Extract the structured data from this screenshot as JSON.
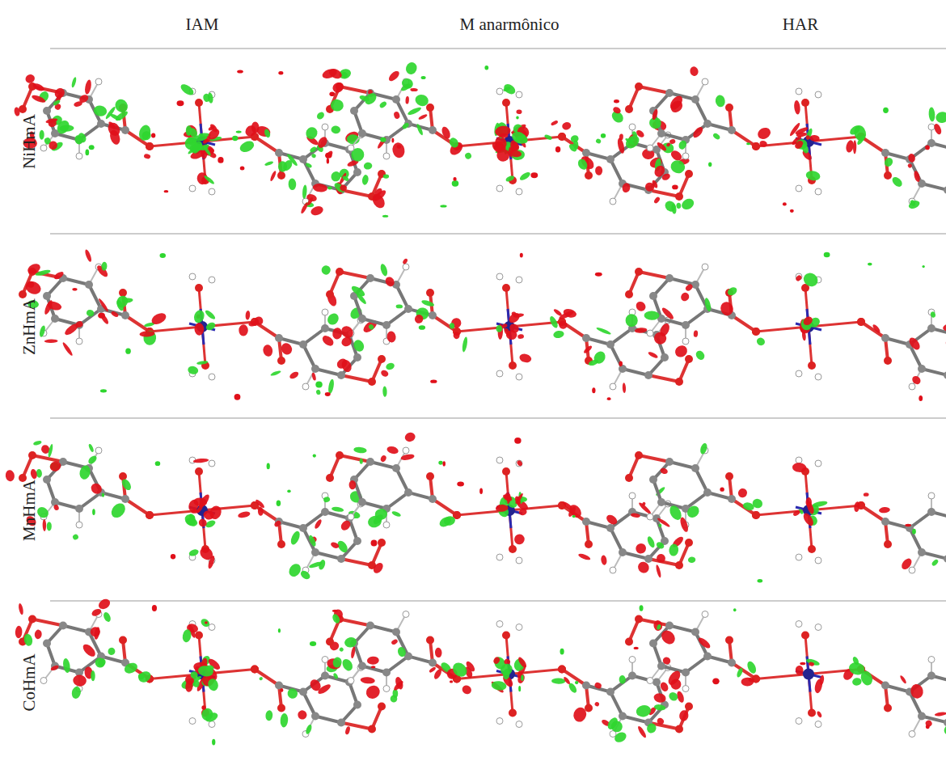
{
  "diagram": {
    "labels": [
      "IAM",
      "M anarmônico",
      "HAR",
      "NiHmA",
      "ZnHmA",
      "MnHmA",
      "CoHmA"
    ]
  }
}
